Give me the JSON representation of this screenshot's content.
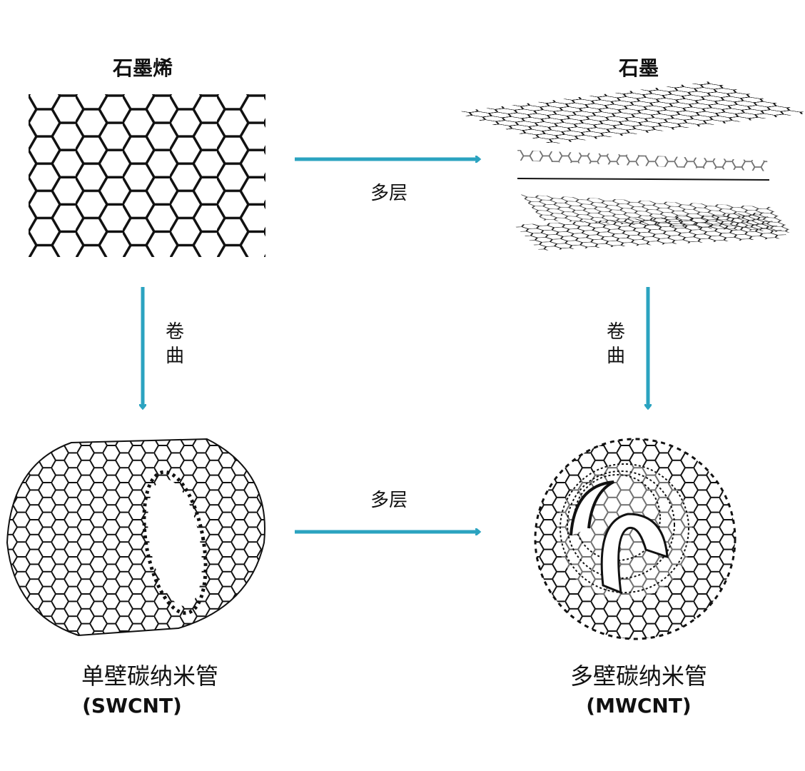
{
  "colors": {
    "arrow": "#2ba3c0",
    "line": "#111111"
  },
  "nodes": {
    "graphene": {
      "title": "石墨烯"
    },
    "graphite": {
      "title": "石墨"
    },
    "swcnt": {
      "name": "单壁碳纳米管",
      "abbr": "(SWCNT)"
    },
    "mwcnt": {
      "name": "多壁碳纳米管",
      "abbr": "(MWCNT)"
    }
  },
  "edges": {
    "graphene_to_graphite": "多层",
    "graphene_to_swcnt": "卷曲",
    "graphite_to_mwcnt": "卷曲",
    "swcnt_to_mwcnt": "多层"
  }
}
